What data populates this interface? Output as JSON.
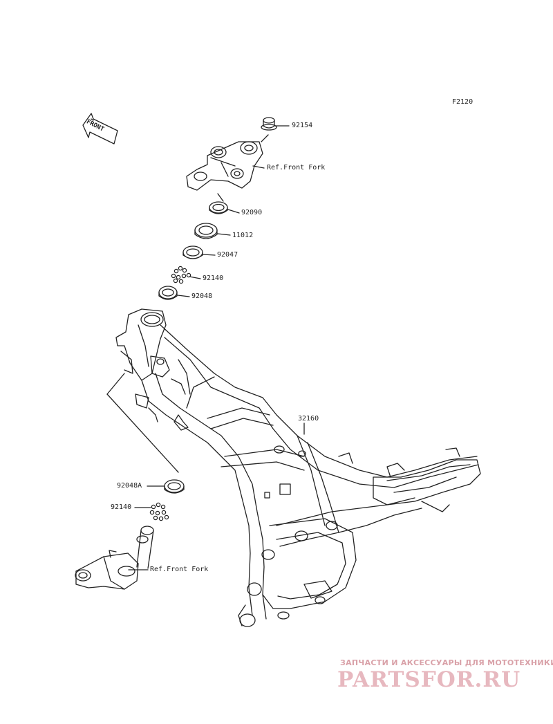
{
  "diagram_code": "F2120",
  "front_arrow_label": "FRONT",
  "parts": {
    "p92154": "92154",
    "ref_front_fork_top": "Ref.Front Fork",
    "p92090": "92090",
    "p11012": "11012",
    "p92047": "92047",
    "p92140_top": "92140",
    "p92048": "92048",
    "p32160": "32160",
    "p92048A": "92048A",
    "p92140_bottom": "92140",
    "ref_front_fork_bottom": "Ref.Front Fork"
  },
  "watermark": {
    "tagline": "ЗАПЧАСТИ И АКСЕССУАРЫ ДЛЯ МОТОТЕХНИКИ",
    "logo": "PARTSFOR.RU"
  }
}
